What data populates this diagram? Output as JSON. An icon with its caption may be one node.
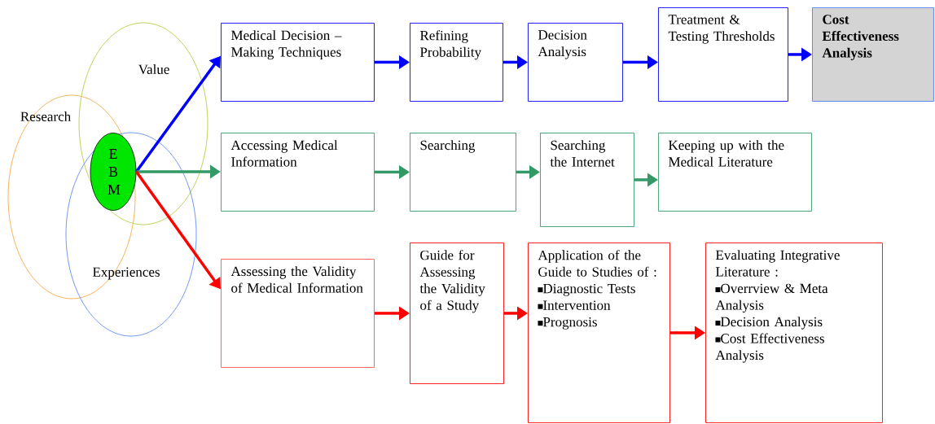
{
  "diagram": {
    "nodes": [
      {
        "text": [
          "E B M"
        ]
      },
      {
        "text": [
          "Medical Decision – Making Techniques"
        ]
      },
      {
        "text": [
          "Refining Probability"
        ]
      },
      {
        "text": [
          "Decision Analysis"
        ]
      },
      {
        "text": [
          "Treatment & Testing Thresholds"
        ]
      },
      {
        "text": [
          "Cost Effectiveness Analysis"
        ]
      },
      {
        "text": [
          "Accessing Medical Information"
        ]
      },
      {
        "text": [
          "Searching"
        ]
      },
      {
        "text": [
          "Searching the Internet"
        ]
      },
      {
        "text": [
          "Keeping up with the Medical Literature"
        ]
      },
      {
        "text": [
          "Assessing the Validity of Medical Information"
        ]
      },
      {
        "text": [
          "Guide for Assessing the Validity of a Study"
        ]
      },
      {
        "text": [
          "Application of the Guide to Studies of :",
          "Diagnostic Tests",
          "Intervention",
          "Prognosis"
        ]
      },
      {
        "text": [
          "Evaluating Integrative Literature :",
          "Overrview & Meta Analysis",
          "Decision Analysis",
          "Cost Effectiveness Analysis"
        ]
      }
    ],
    "edges": [
      {
        "from": 0,
        "to": 1,
        "arrow": "to",
        "color": "#0000ff"
      },
      {
        "from": 0,
        "to": 6,
        "arrow": "to",
        "color": "#339966"
      },
      {
        "from": 0,
        "to": 10,
        "arrow": "to",
        "color": "#ff0000"
      },
      {
        "from": 1,
        "to": 2,
        "arrow": "to",
        "color": "#0000ff"
      },
      {
        "from": 2,
        "to": 3,
        "arrow": "to",
        "color": "#0000ff"
      },
      {
        "from": 3,
        "to": 4,
        "arrow": "to",
        "color": "#0000ff"
      },
      {
        "from": 4,
        "to": 5,
        "arrow": "to",
        "color": "#0000ff"
      },
      {
        "from": 6,
        "to": 7,
        "arrow": "to",
        "color": "#339966"
      },
      {
        "from": 7,
        "to": 8,
        "arrow": "to",
        "color": "#339966"
      },
      {
        "from": 8,
        "to": 9,
        "arrow": "to",
        "color": "#339966"
      },
      {
        "from": 10,
        "to": 11,
        "arrow": "to",
        "color": "#ff0000"
      },
      {
        "from": 11,
        "to": 12,
        "arrow": "to",
        "color": "#ff0000"
      },
      {
        "from": 12,
        "to": 13,
        "arrow": "to",
        "color": "#ff0000"
      }
    ],
    "labels": [
      "Value",
      "Research",
      "Experiences"
    ]
  }
}
